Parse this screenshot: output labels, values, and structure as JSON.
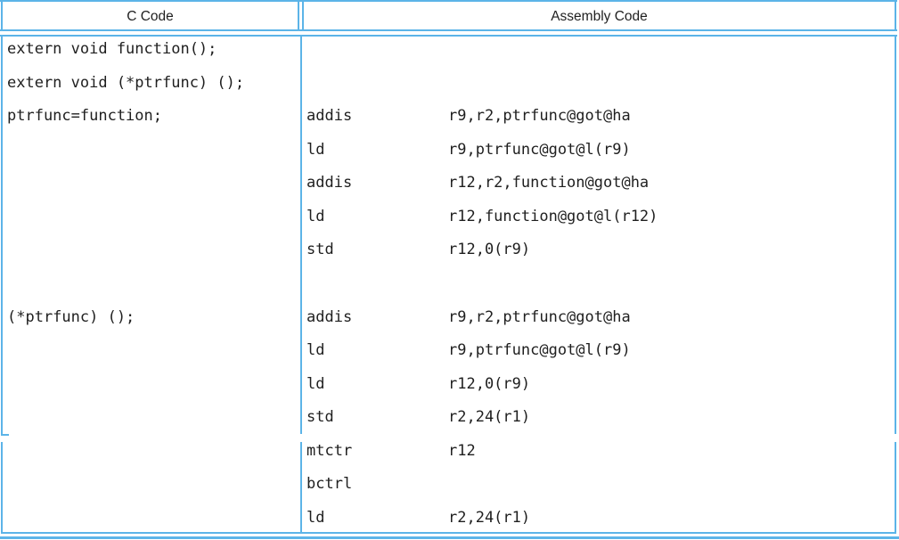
{
  "colors": {
    "border": "#5cb4e8",
    "text": "#1f1f1f",
    "background": "#ffffff"
  },
  "header": {
    "c_column": "C Code",
    "asm_column": "Assembly Code"
  },
  "c_code": {
    "lines": [
      {
        "text": "extern void function();",
        "row": 0
      },
      {
        "text": "extern void (*ptrfunc) ();",
        "row": 1
      },
      {
        "text": "ptrfunc=function;",
        "row": 2
      },
      {
        "text": "(*ptrfunc) ();",
        "row": 8
      }
    ]
  },
  "assembly": {
    "lines": [
      {
        "mnemonic": "addis",
        "operands": "r9,r2,ptrfunc@got@ha",
        "row": 2
      },
      {
        "mnemonic": "ld",
        "operands": "r9,ptrfunc@got@l(r9)",
        "row": 3
      },
      {
        "mnemonic": "addis",
        "operands": "r12,r2,function@got@ha",
        "row": 4
      },
      {
        "mnemonic": "ld",
        "operands": "r12,function@got@l(r12)",
        "row": 5
      },
      {
        "mnemonic": "std",
        "operands": "r12,0(r9)",
        "row": 6
      },
      {
        "mnemonic": "addis",
        "operands": "r9,r2,ptrfunc@got@ha",
        "row": 8
      },
      {
        "mnemonic": "ld",
        "operands": "r9,ptrfunc@got@l(r9)",
        "row": 9
      },
      {
        "mnemonic": "ld",
        "operands": "r12,0(r9)",
        "row": 10
      },
      {
        "mnemonic": "std",
        "operands": "r2,24(r1)",
        "row": 11
      },
      {
        "mnemonic": "mtctr",
        "operands": "r12",
        "row": 12
      },
      {
        "mnemonic": "bctrl",
        "operands": "",
        "row": 13
      },
      {
        "mnemonic": "ld",
        "operands": "r2,24(r1)",
        "row": 14
      }
    ]
  }
}
